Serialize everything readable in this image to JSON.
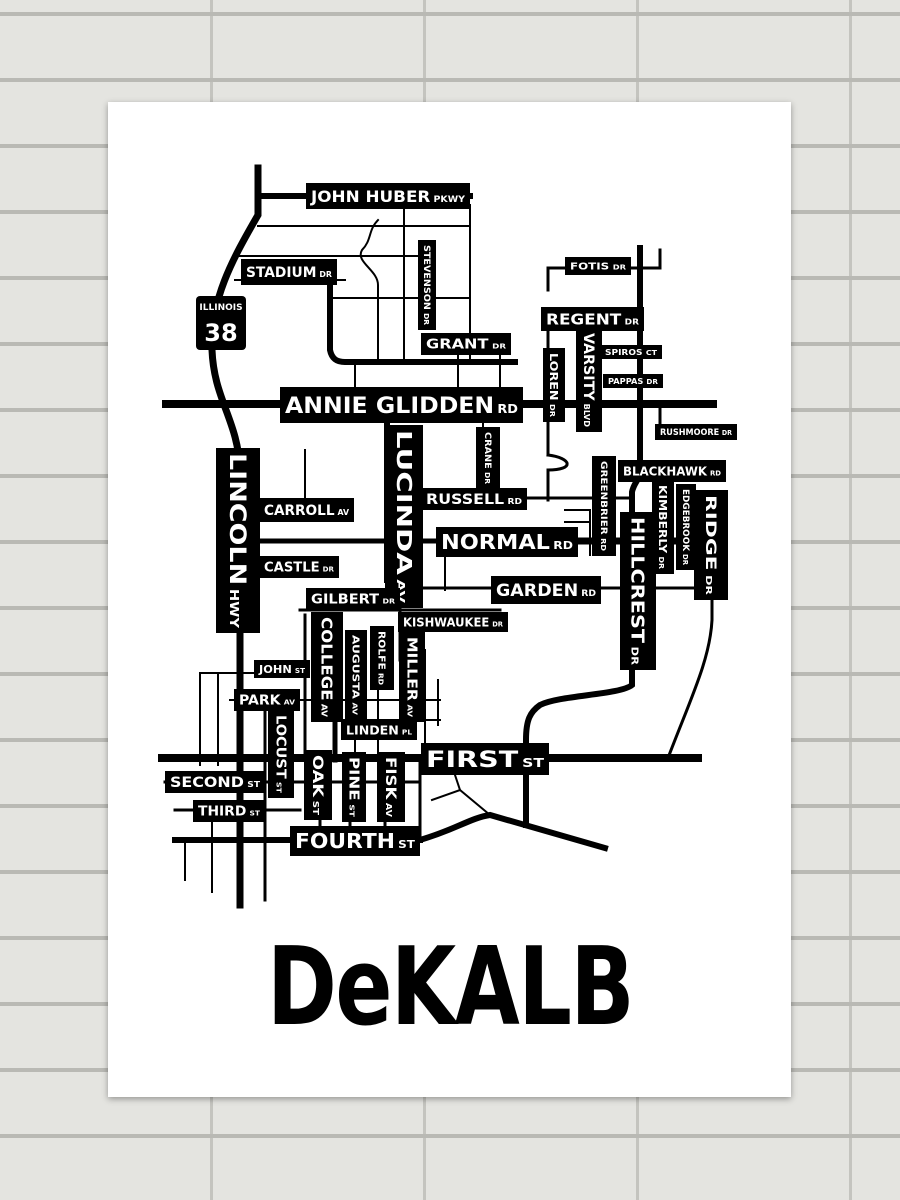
{
  "city_title": "DeKALB",
  "route_shield": {
    "state": "ILLINOIS",
    "number": "38"
  },
  "streets": {
    "john_huber": {
      "name": "JOHN HUBER",
      "suffix": "PKWY"
    },
    "stadium": {
      "name": "STADIUM",
      "suffix": "DR"
    },
    "stevenson": {
      "name": "STEVENSON",
      "suffix": "DR"
    },
    "grant": {
      "name": "GRANT",
      "suffix": "DR"
    },
    "annie_glidden": {
      "name": "ANNIE GLIDDEN",
      "suffix": "RD"
    },
    "fotis": {
      "name": "FOTIS",
      "suffix": "DR"
    },
    "regent": {
      "name": "REGENT",
      "suffix": "DR"
    },
    "varsity": {
      "name": "VARSITY",
      "suffix": "BLVD"
    },
    "loren": {
      "name": "LOREN",
      "suffix": "DR"
    },
    "spiros": {
      "name": "SPIROS",
      "suffix": "CT"
    },
    "pappas": {
      "name": "PAPPAS",
      "suffix": "DR"
    },
    "rushmoore": {
      "name": "RUSHMOORE",
      "suffix": "DR"
    },
    "crane": {
      "name": "CRANE",
      "suffix": "DR"
    },
    "lucinda": {
      "name": "LUCINDA",
      "suffix": "AV"
    },
    "lincoln": {
      "name": "LINCOLN",
      "suffix": "HWY"
    },
    "carroll": {
      "name": "CARROLL",
      "suffix": "AV"
    },
    "russell": {
      "name": "RUSSELL",
      "suffix": "RD"
    },
    "greenbrier": {
      "name": "GREENBRIER",
      "suffix": "RD"
    },
    "blackhawk": {
      "name": "BLACKHAWK",
      "suffix": "RD"
    },
    "kimberly": {
      "name": "KIMBERLY",
      "suffix": "DR"
    },
    "edgebrook": {
      "name": "EDGEBROOK",
      "suffix": "DR"
    },
    "ridge": {
      "name": "RIDGE",
      "suffix": "DR"
    },
    "normal": {
      "name": "NORMAL",
      "suffix": "RD"
    },
    "castle": {
      "name": "CASTLE",
      "suffix": "DR"
    },
    "hillcrest": {
      "name": "HILLCREST",
      "suffix": "DR"
    },
    "garden": {
      "name": "GARDEN",
      "suffix": "RD"
    },
    "gilbert": {
      "name": "GILBERT",
      "suffix": "DR"
    },
    "kishwaukee": {
      "name": "KISHWAUKEE",
      "suffix": "DR"
    },
    "college": {
      "name": "COLLEGE",
      "suffix": "AV"
    },
    "augusta": {
      "name": "AUGUSTA",
      "suffix": "AV"
    },
    "rolfe": {
      "name": "ROLFE",
      "suffix": "RD"
    },
    "miller": {
      "name": "MILLER",
      "suffix": "AV"
    },
    "john_st": {
      "name": "JOHN",
      "suffix": "ST"
    },
    "park": {
      "name": "PARK",
      "suffix": "AV"
    },
    "locust": {
      "name": "LOCUST",
      "suffix": "ST"
    },
    "linden": {
      "name": "LINDEN",
      "suffix": "PL"
    },
    "first": {
      "name": "FIRST",
      "suffix": "ST"
    },
    "second": {
      "name": "SECOND",
      "suffix": "ST"
    },
    "oak": {
      "name": "OAK",
      "suffix": "ST"
    },
    "pine": {
      "name": "PINE",
      "suffix": "ST"
    },
    "fisk": {
      "name": "FISK",
      "suffix": "AV"
    },
    "third": {
      "name": "THIRD",
      "suffix": "ST"
    },
    "fourth": {
      "name": "FOURTH",
      "suffix": "ST"
    }
  }
}
